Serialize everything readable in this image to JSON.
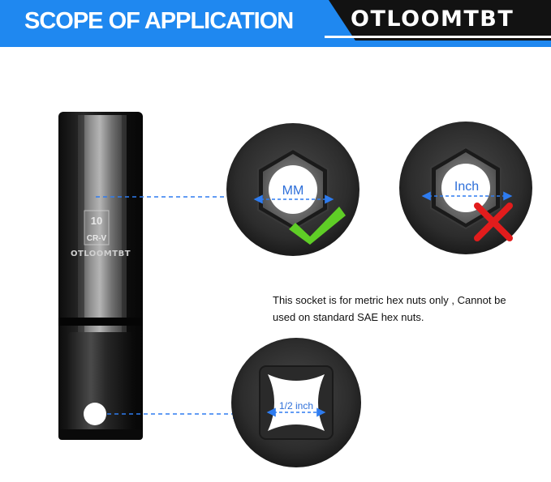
{
  "banner": {
    "title": "SCOPE OF APPLICATION",
    "brand": "OTLOOMTBT"
  },
  "socket": {
    "size_mark": "10",
    "material_mark": "CR-V",
    "brand_mark": "OTLOOMTBT"
  },
  "labels": {
    "metric": "MM",
    "inch": "Inch",
    "drive": "1/2 inch"
  },
  "note": "This socket is for metric hex nuts only , Cannot be used on standard SAE hex nuts.",
  "colors": {
    "banner": "#1f88f0",
    "arrow": "#2e7cf0",
    "check": "#5fce26",
    "cross": "#e21c1c"
  },
  "icons": {
    "ok": "check-icon",
    "bad": "cross-icon"
  }
}
